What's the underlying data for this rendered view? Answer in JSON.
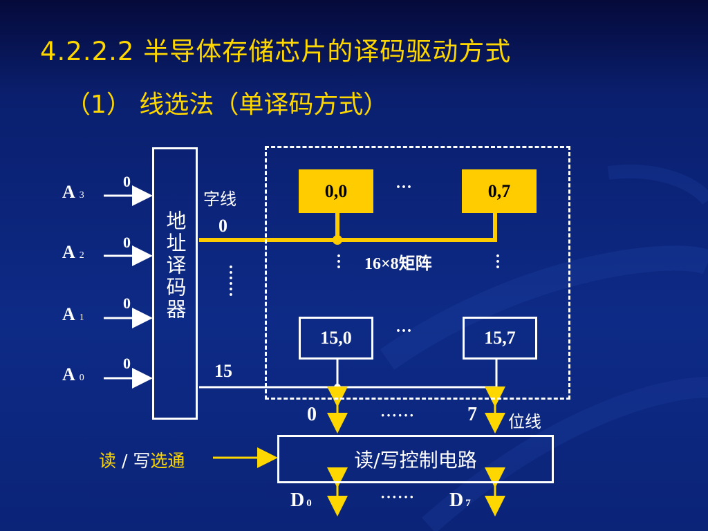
{
  "title": "4.2.2.2 半导体存储芯片的译码驱动方式",
  "subtitle": "（1） 线选法（单译码方式）",
  "address_inputs": [
    {
      "name": "A",
      "sub": "3",
      "bit": "0"
    },
    {
      "name": "A",
      "sub": "2",
      "bit": "0"
    },
    {
      "name": "A",
      "sub": "1",
      "bit": "0"
    },
    {
      "name": "A",
      "sub": "0",
      "bit": "0"
    }
  ],
  "decoder_label": "地址译码器",
  "word_line_label": "字线",
  "word_line_first": "0",
  "word_line_last": "15",
  "matrix": {
    "label": "16×8矩阵",
    "cells": {
      "top_left": "0,0",
      "top_right": "0,7",
      "bottom_left": "15,0",
      "bottom_right": "15,7"
    },
    "row_ellipsis": "···"
  },
  "bit_line_label": "位线",
  "bit_line_first": "0",
  "bit_line_last": "7",
  "bit_ellipsis": "······",
  "rw_control": "读/写控制电路",
  "strobe": {
    "part1": "读",
    "sep": " / ",
    "part2": "写",
    "part3": "选通"
  },
  "data_lines": {
    "first": "D",
    "first_sub": "0",
    "last": "D",
    "last_sub": "7",
    "ellipsis": "······"
  },
  "colors": {
    "accent": "#ffd700",
    "cell_fill": "#ffcc00",
    "line": "#ffffff"
  }
}
